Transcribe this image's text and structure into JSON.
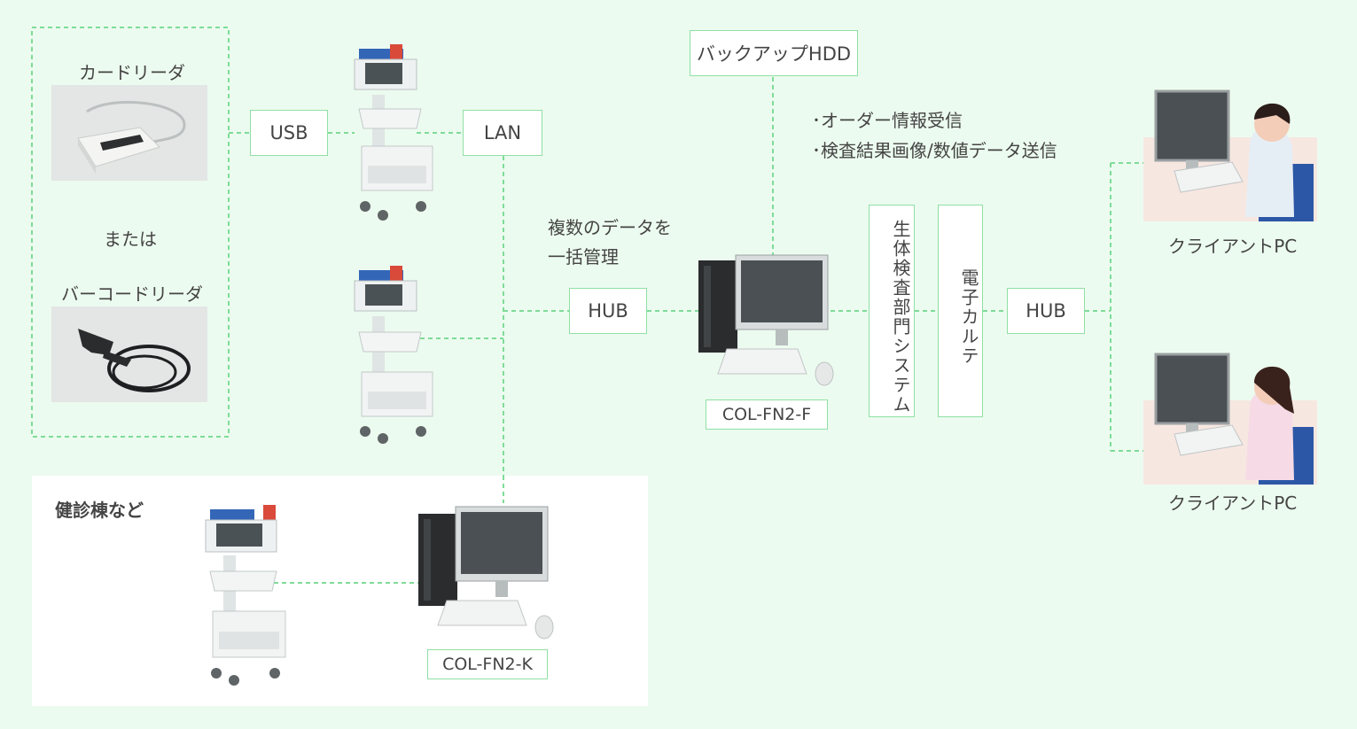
{
  "labels": {
    "card_reader": "カードリーダ",
    "or": "または",
    "barcode_reader": "バーコードリーダ",
    "usb": "USB",
    "lan": "LAN",
    "backup_hdd": "バックアップHDD",
    "order_receive": "･オーダー情報受信",
    "send_results": "･検査結果画像/数値データ送信",
    "manage_line1": "複数のデータを",
    "manage_line2": "一括管理",
    "hub_left": "HUB",
    "hub_right": "HUB",
    "col_fn2_f": "COL-FN2-F",
    "col_fn2_k": "COL-FN2-K",
    "bio_dept_system": "生体検査部門システム",
    "emr": "電子カルテ",
    "client_pc_1": "クライアントPC",
    "client_pc_2": "クライアントPC",
    "kenshin": "健診棟など"
  },
  "colors": {
    "background": "#ecfbef",
    "line": "#7fdc98",
    "box_border": "#8fe0a4"
  },
  "icons": [
    "card-reader-photo",
    "barcode-reader-photo",
    "ecg-cart-icon",
    "desktop-pc-icon",
    "client-workstation-icon"
  ]
}
